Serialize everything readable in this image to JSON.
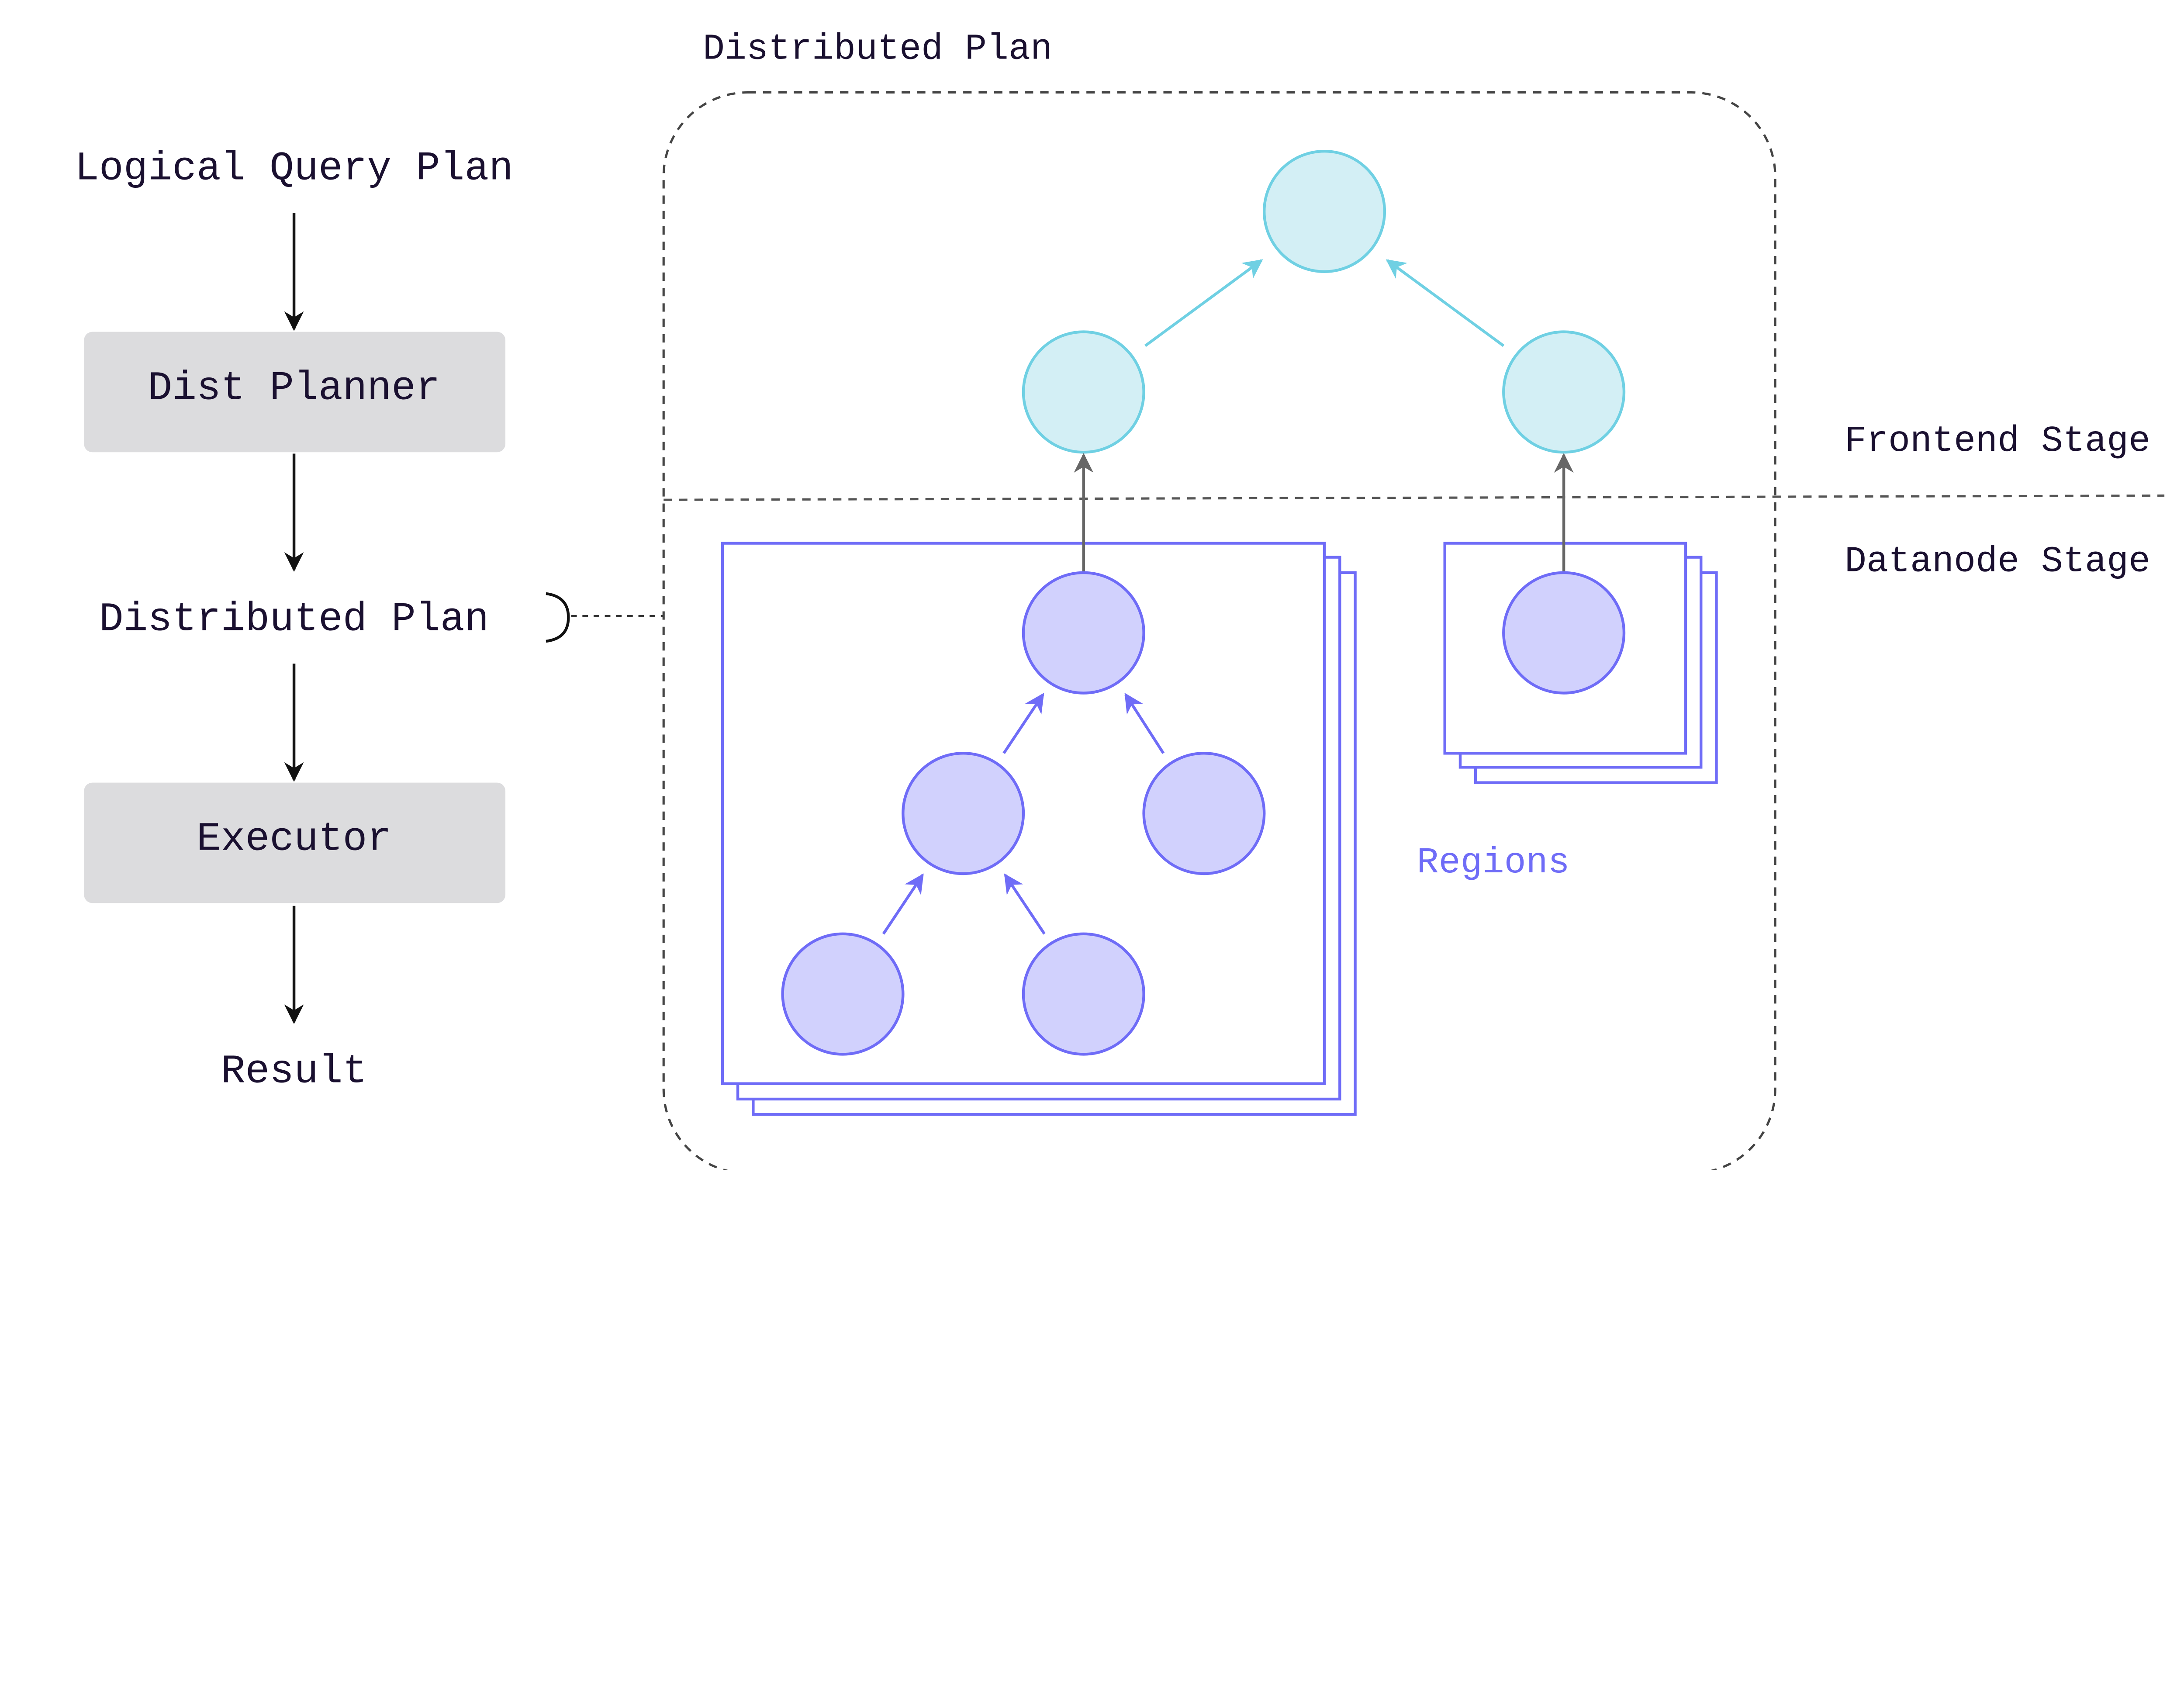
{
  "flow": {
    "logical_query_plan": "Logical Query Plan",
    "dist_planner": "Dist Planner",
    "distributed_plan": "Distributed Plan",
    "executor": "Executor",
    "result": "Result"
  },
  "detail": {
    "title": "Distributed Plan",
    "frontend_stage": "Frontend Stage",
    "datanode_stage": "Datanode Stage",
    "regions": "Regions"
  },
  "colors": {
    "frontend_node_fill": "#d3eff5",
    "frontend_node_stroke": "#6fd0e3",
    "datanode_node_fill": "#d1d1fd",
    "datanode_node_stroke": "#6f6cf7",
    "step_box_fill": "#dcdcde",
    "connector": "#666666"
  }
}
